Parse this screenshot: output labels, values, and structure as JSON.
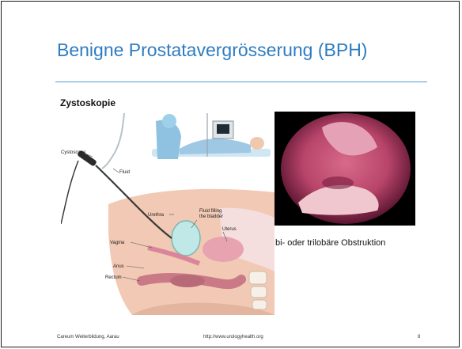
{
  "slide": {
    "title": "Benigne Prostatavergrösserung (BPH)",
    "subheading": "Zystoskopie",
    "caption": "bi- oder trilobäre Obstruktion"
  },
  "illustration": {
    "labels": {
      "cystoscope": "Cystoscope",
      "fluid": "Fluid",
      "urethra": "Urethra",
      "fluid_filling_1": "Fluid filling",
      "fluid_filling_2": "the bladder",
      "uterus": "Uterus",
      "vagina": "Vagina",
      "anus": "Anus",
      "rectum": "Rectum"
    }
  },
  "footer": {
    "left": "Careum Weiterbildung, Aarau",
    "center": "http://www.urologyhealth.org",
    "page": "8"
  }
}
